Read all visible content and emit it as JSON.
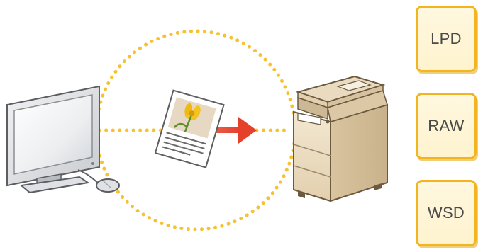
{
  "protocols": [
    {
      "label": "LPD"
    },
    {
      "label": "RAW"
    },
    {
      "label": "WSD"
    }
  ],
  "colors": {
    "dotted_path": "#f6c232",
    "arrow": "#e5402a",
    "box_border": "#f2b51f",
    "box_fill": "#fff6d8",
    "printer_body": "#eadbc0",
    "monitor_body": "#e4e6e8"
  },
  "icons": [
    "computer-icon",
    "document-icon",
    "printer-icon",
    "arrow-right-icon"
  ]
}
